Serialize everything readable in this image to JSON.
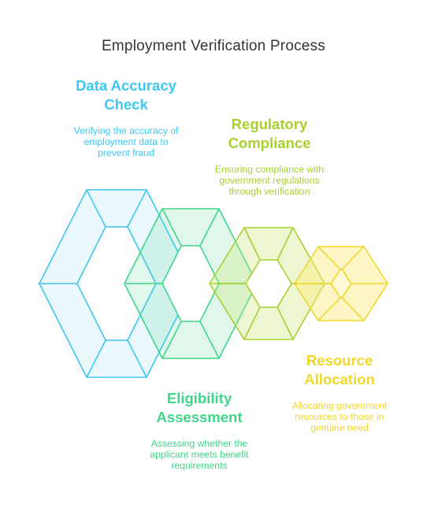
{
  "title": "Employment Verification Process",
  "steps": [
    {
      "heading": [
        "Data Accuracy",
        "Check"
      ],
      "description": [
        "Verifying the accuracy of",
        "employment data to",
        "prevent fraud"
      ],
      "color": "#3cc8f2"
    },
    {
      "heading": [
        "Regulatory",
        "Compliance"
      ],
      "description": [
        "Ensuring compliance with",
        "government regulations",
        "through verification"
      ],
      "color": "#a6d12f"
    },
    {
      "heading": [
        "Eligibility",
        "Assessment"
      ],
      "description": [
        "Assessing whether the",
        "applicant meets benefit",
        "requirements"
      ],
      "color": "#3fd68a"
    },
    {
      "heading": [
        "Resource",
        "Allocation"
      ],
      "description": [
        "Allocating government",
        "resources to those in",
        "genuine need"
      ],
      "color": "#f0d72a"
    }
  ],
  "colors": {
    "title": "#333333",
    "blue": "#3cc8f2",
    "green": "#3fd68a",
    "lime": "#a6d12f",
    "yellow": "#f0d72a"
  }
}
